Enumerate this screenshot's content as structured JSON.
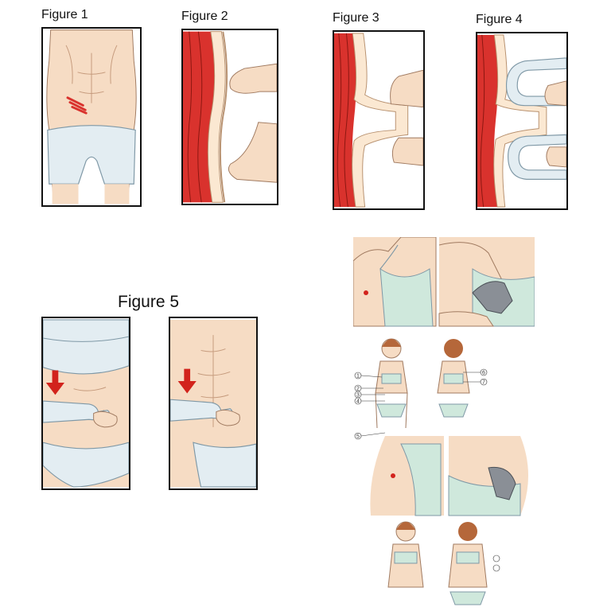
{
  "figures": {
    "fig1": "Figure 1",
    "fig2": "Figure 2",
    "fig3": "Figure 3",
    "fig4": "Figure 4",
    "fig5": "Figure 5"
  },
  "markers": {
    "m1": "1",
    "m2": "2",
    "m3": "3",
    "m4": "4",
    "m5": "5",
    "m6": "6",
    "m7": "7"
  },
  "colors": {
    "skin": "#f6dcc4",
    "muscle": "#d9322d",
    "underwear": "#e3edf2",
    "bra": "#cfe8dc",
    "tool": "#8a8f96",
    "arrow": "#d2231c",
    "fat": "#fbe8d2"
  }
}
